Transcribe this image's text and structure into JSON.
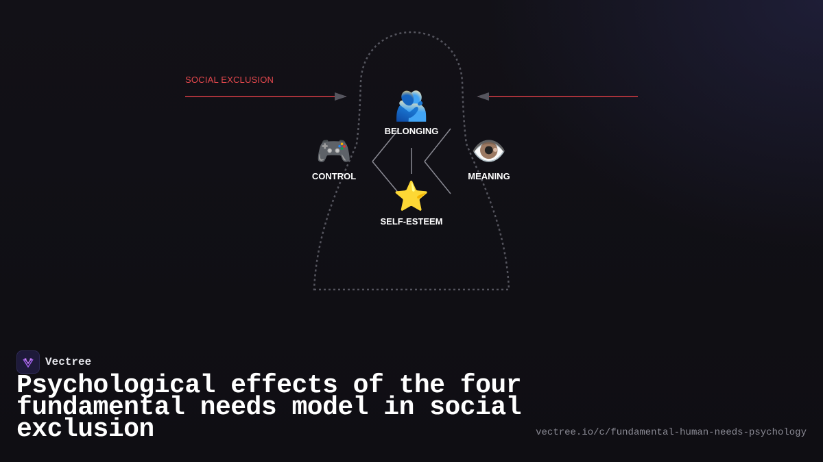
{
  "diagram": {
    "pressure_label": "SOCIAL EXCLUSION",
    "nodes": [
      {
        "id": "belonging",
        "name": "BELONGING",
        "icon": "people-hugging-icon",
        "emoji": "🫂"
      },
      {
        "id": "control",
        "name": "CONTROL",
        "icon": "game-controller-icon",
        "emoji": "🎮"
      },
      {
        "id": "meaning",
        "name": "MEANING",
        "icon": "eye-icon",
        "emoji": "👁️"
      },
      {
        "id": "self_esteem",
        "name": "SELF-ESTEEM",
        "icon": "star-icon",
        "emoji": "⭐"
      }
    ],
    "colors": {
      "exclusion": "#e5484d",
      "outline": "#55555e",
      "connector": "#8a8a94"
    }
  },
  "footer": {
    "brand": "Vectree",
    "logo_icon": "vectree-logo-icon",
    "title": "Psychological effects of the four fundamental needs model in social exclusion",
    "url": "vectree.io/c/fundamental-human-needs-psychology"
  }
}
